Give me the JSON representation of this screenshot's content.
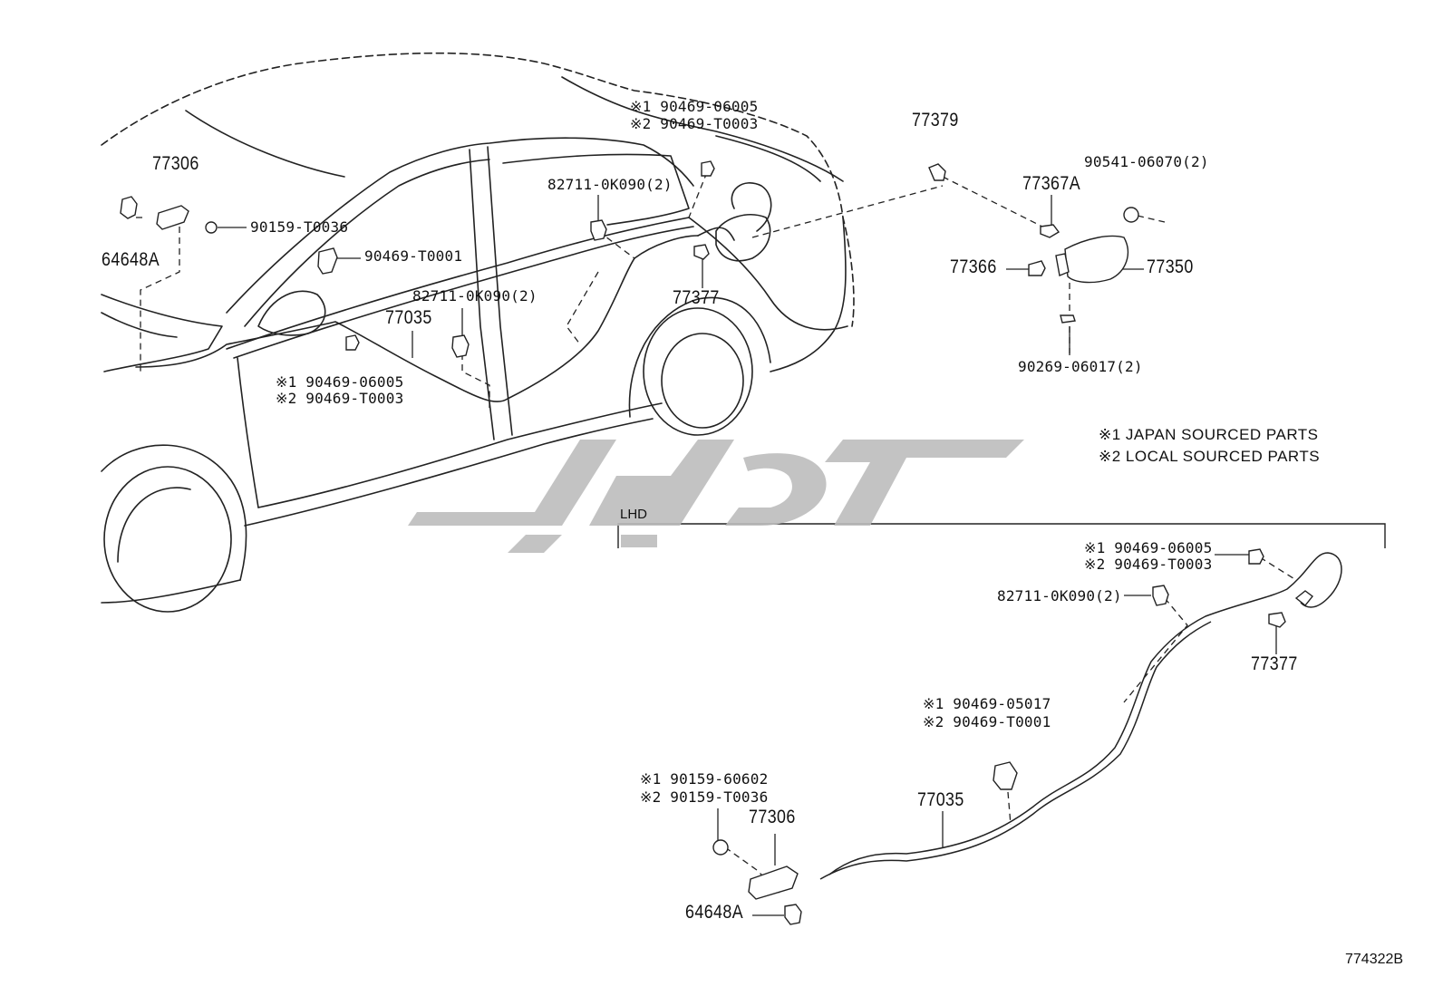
{
  "parts": {
    "p77306_top": "77306",
    "p64648a_top": "64648A",
    "p90159_top": "90159-T0036",
    "p90469_t0001_top": "90469-T0001",
    "p77035_top": "77035",
    "p82711_mid": "82711-0K090(2)",
    "p82711_top": "82711-0K090(2)",
    "jp_clip_top1": "※1 90469-06005",
    "loc_clip_top1": "※2 90469-T0003",
    "jp_clip_top2": "※1 90469-06005",
    "loc_clip_top2": "※2 90469-T0003",
    "p77377_top": "77377",
    "p77379": "77379",
    "p90541": "90541-06070(2)",
    "p77367a": "77367A",
    "p77366": "77366",
    "p77350": "77350",
    "p90269": "90269-06017(2)",
    "jp_clip_lhd": "※1 90469-06005",
    "loc_clip_lhd": "※2 90469-T0003",
    "p82711_lhd": "82711-0K090(2)",
    "p77377_lhd": "77377",
    "jp_90469_05017": "※1 90469-05017",
    "loc_90469_t0001": "※2 90469-T0001",
    "jp_90159_60602": "※1 90159-60602",
    "loc_90159_t0036": "※2 90159-T0036",
    "p77306_lhd": "77306",
    "p77035_lhd": "77035",
    "p64648a_lhd": "64648A"
  },
  "notes": {
    "note1": "※1 JAPAN SOURCED PARTS",
    "note2": "※2 LOCAL SOURCED PARTS"
  },
  "section_label": "LHD",
  "ref_code": "774322B",
  "watermark_color": "#bdbdbd"
}
